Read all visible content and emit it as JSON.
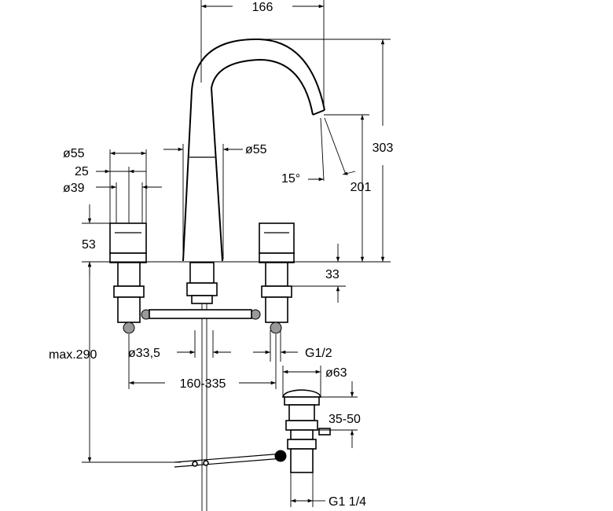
{
  "dimensions": {
    "spout_reach": "166",
    "total_height": "303",
    "outlet_height": "201",
    "spout_angle": "15°",
    "body_diameter": "ø55",
    "handle_diameter": "ø55",
    "handle_offset": "25",
    "handle_base_diameter": "ø39",
    "handle_height": "53",
    "deck_clearance": "33",
    "max_length": "max.290",
    "hole_diameter": "ø33,5",
    "spread": "160-335",
    "inlet_thread": "G1/2",
    "waste_diameter": "ø63",
    "waste_range": "35-50",
    "waste_thread": "G1 1/4"
  }
}
